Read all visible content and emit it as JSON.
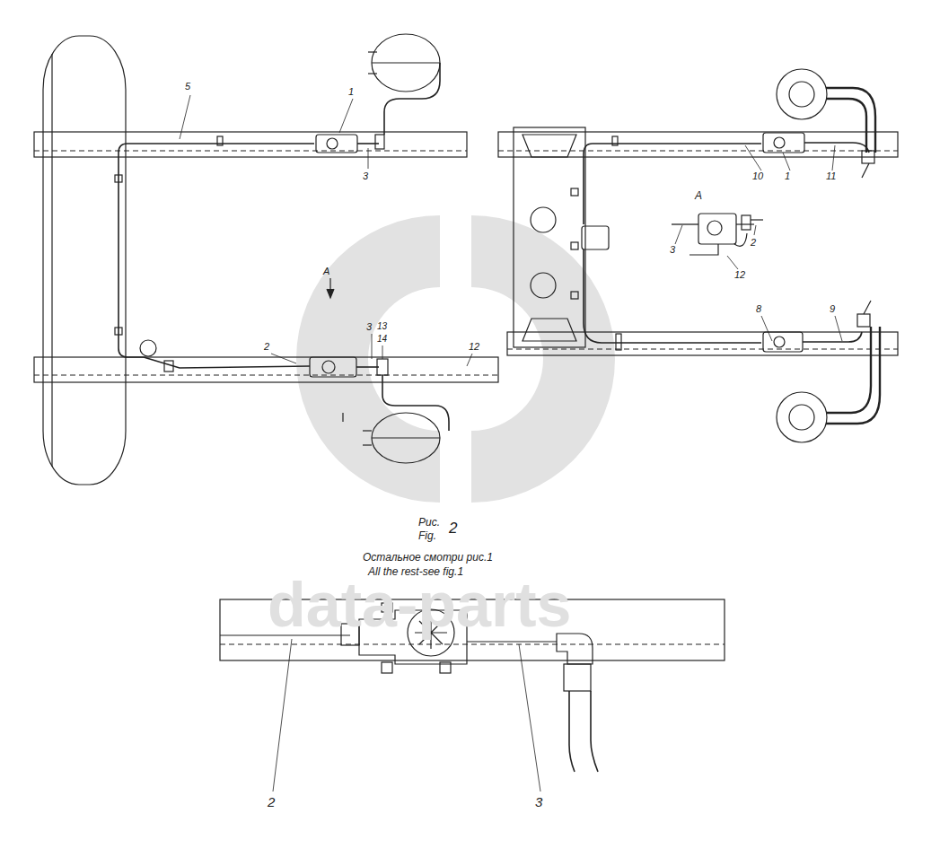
{
  "diagram": {
    "labels": [
      "5",
      "1",
      "3",
      "10",
      "1",
      "11",
      "А",
      "А",
      "3",
      "2",
      "12",
      "2",
      "3",
      "13",
      "14",
      "12",
      "8",
      "9",
      "Рис.",
      "Fig.",
      "2",
      "Остальное смотри рис.1",
      "All the rest-see fig.1",
      "data-parts",
      "2",
      "3"
    ]
  }
}
